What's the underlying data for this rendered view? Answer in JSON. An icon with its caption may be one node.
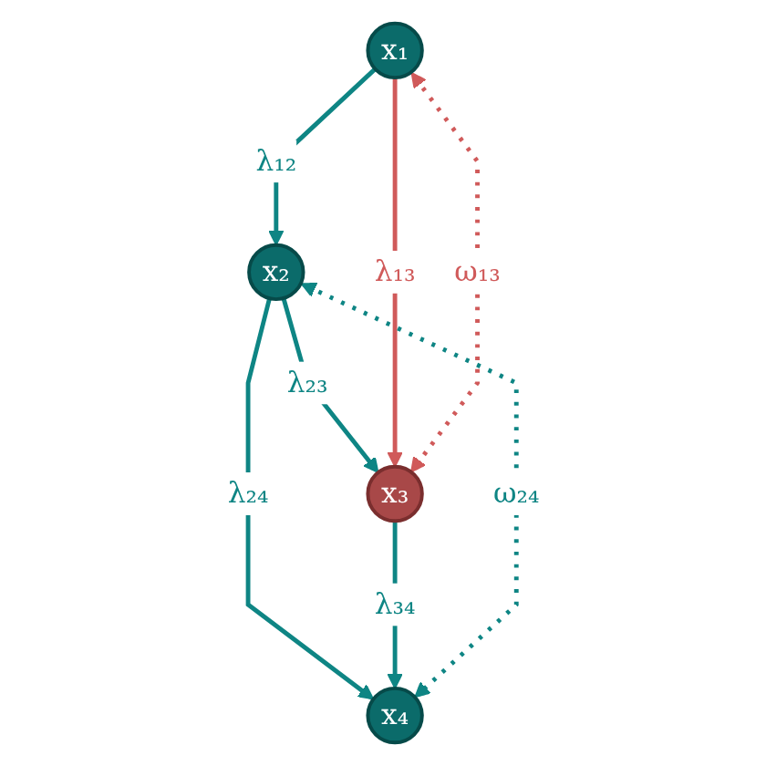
{
  "diagram": {
    "nodes": [
      {
        "text": [
          "x₁"
        ]
      },
      {
        "text": [
          "x₂"
        ]
      },
      {
        "text": [
          "x₃"
        ]
      },
      {
        "text": [
          "x₄"
        ]
      }
    ],
    "edges": [
      {
        "from": 0,
        "to": 1,
        "arrow": "to",
        "label": "λ₁₂"
      },
      {
        "from": 1,
        "to": 2,
        "arrow": "to",
        "label": "λ₂₃"
      },
      {
        "from": 0,
        "to": 2,
        "arrow": "to",
        "label": "λ₁₃",
        "color": "#d05a5a"
      },
      {
        "from": 1,
        "to": 3,
        "arrow": "to",
        "label": "λ₂₄"
      },
      {
        "from": 2,
        "to": 3,
        "arrow": "to",
        "label": "λ₃₄"
      },
      {
        "from": 0,
        "to": 2,
        "arrow": "both",
        "label": "ω₁₃",
        "style": "dashed",
        "color": "#d05a5a"
      },
      {
        "from": 1,
        "to": 3,
        "arrow": "both",
        "label": "ω₂₄",
        "style": "dashed"
      }
    ]
  }
}
